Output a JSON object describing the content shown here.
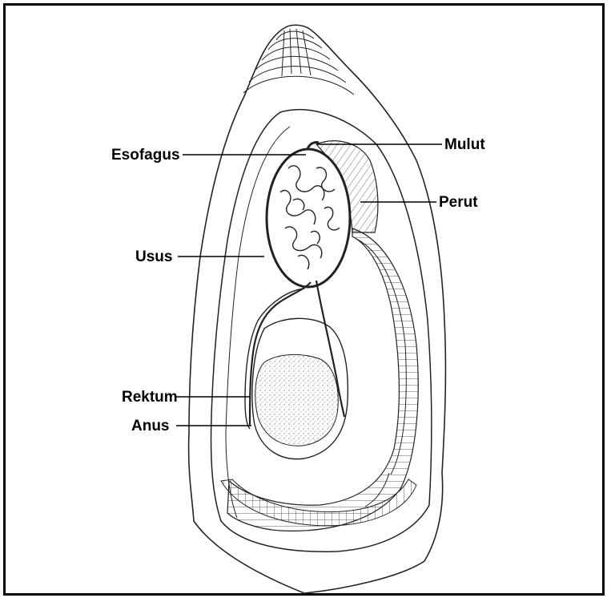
{
  "diagram": {
    "labels": {
      "esofagus": "Esofagus",
      "mulut": "Mulut",
      "perut": "Perut",
      "usus": "Usus",
      "rektum": "Rektum",
      "anus": "Anus"
    }
  }
}
